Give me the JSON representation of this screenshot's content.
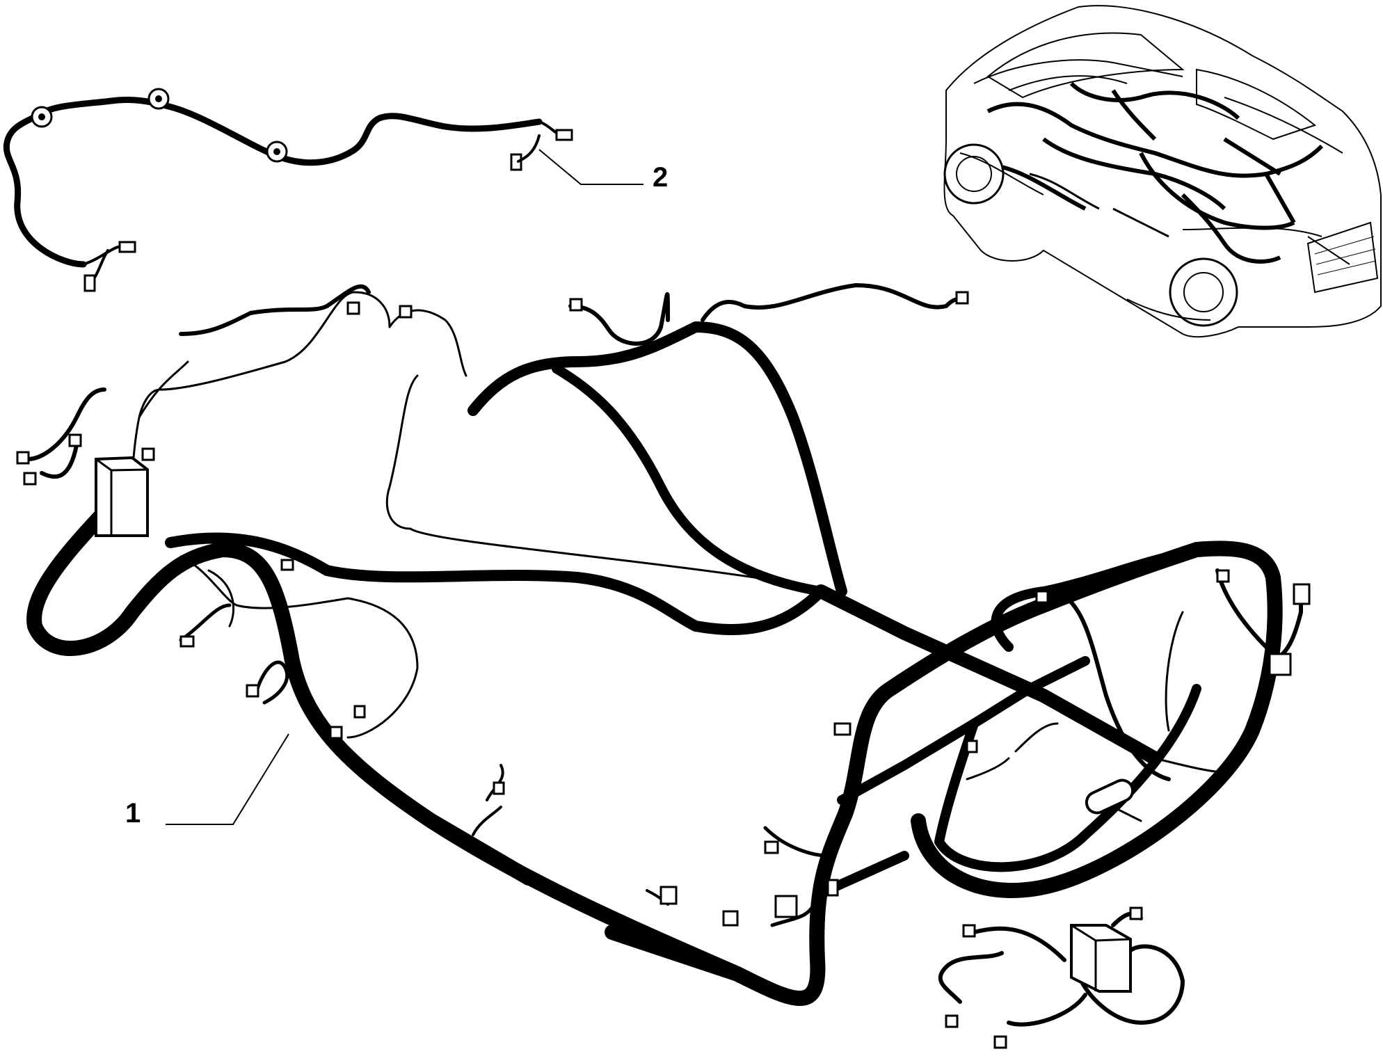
{
  "diagram": {
    "callouts": [
      {
        "id": "part-1",
        "label": "1"
      },
      {
        "id": "part-2",
        "label": "2"
      }
    ],
    "inset": "car-overview-with-harness",
    "colors": {
      "line": "#000000",
      "background": "#ffffff"
    }
  }
}
